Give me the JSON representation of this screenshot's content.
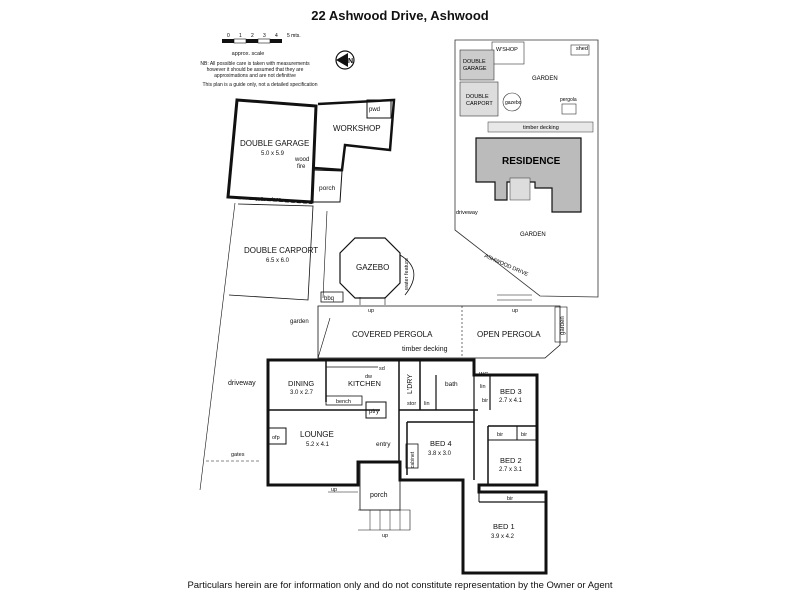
{
  "title": "22 Ashwood Drive, Ashwood",
  "scale": {
    "ticks": [
      "0",
      "1",
      "2",
      "3",
      "4",
      "5 mts."
    ],
    "caption": "approx. scale",
    "note1": "NB: All possible care is taken with measurements",
    "note2": "however it should be assumed that they are",
    "note3": "approximations and are not definitive",
    "note4": "This plan is a guide only, not a detailed specification",
    "north": "N"
  },
  "rooms": {
    "double_garage": "DOUBLE GARAGE",
    "double_garage_dim": "5.0 x 5.9",
    "workshop": "WORKSHOP",
    "pwd": "pwd",
    "wood_fire_1": "wood",
    "wood_fire_2": "fire",
    "porch_top": "porch",
    "roller_door": "roller door",
    "double_carport": "DOUBLE CARPORT",
    "double_carport_dim": "6.5 x 6.0",
    "gazebo": "GAZEBO",
    "water_feature": "water feature",
    "bbq": "bbq",
    "up_gazebo": "up",
    "up_open": "up",
    "up_porch_left": "up",
    "up_porch_bottom": "up",
    "garden_left": "garden",
    "garden_right": "garden",
    "covered_pergola": "COVERED PERGOLA",
    "open_pergola": "OPEN PERGOLA",
    "timber_decking": "timber decking",
    "driveway": "driveway",
    "gates": "gates",
    "dining": "DINING",
    "dining_dim": "3.0 x 2.7",
    "kitchen": "KITCHEN",
    "dw": "dw",
    "sd": "sd",
    "bench": "bench",
    "ptry": "ptry",
    "ldry": "L'DRY",
    "stor": "stor",
    "lin1": "lin",
    "bath": "bath",
    "wc": "WC",
    "lin2": "lin",
    "lounge": "LOUNGE",
    "lounge_dim": "5.2 x 4.1",
    "ofp": "ofp",
    "entry": "entry",
    "bed4": "BED 4",
    "bed4_dim": "3.8 x 3.0",
    "cabinet": "cabinet",
    "bed3": "BED 3",
    "bed3_dim": "2.7 x 4.1",
    "bir1": "bir",
    "bir2": "bir",
    "bir3": "bir",
    "bir4": "bir",
    "bed2": "BED 2",
    "bed2_dim": "2.7 x 3.1",
    "bed1": "BED 1",
    "bed1_dim": "3.9 x 4.2",
    "porch": "porch"
  },
  "site": {
    "shed": "shed",
    "wshop": "W'SHOP",
    "double_garage_1": "DOUBLE",
    "double_garage_2": "GARAGE",
    "double_carport_1": "DOUBLE",
    "double_carport_2": "CARPORT",
    "gazebo": "gazebo",
    "pergola": "pergola",
    "timber_decking": "timber decking",
    "residence": "RESIDENCE",
    "garden_top": "GARDEN",
    "garden_bottom": "GARDEN",
    "driveway": "driveway",
    "street": "ASHWOOD DRIVE"
  },
  "footer": "Particulars herein are for information only and do not constitute representation by the Owner or Agent"
}
